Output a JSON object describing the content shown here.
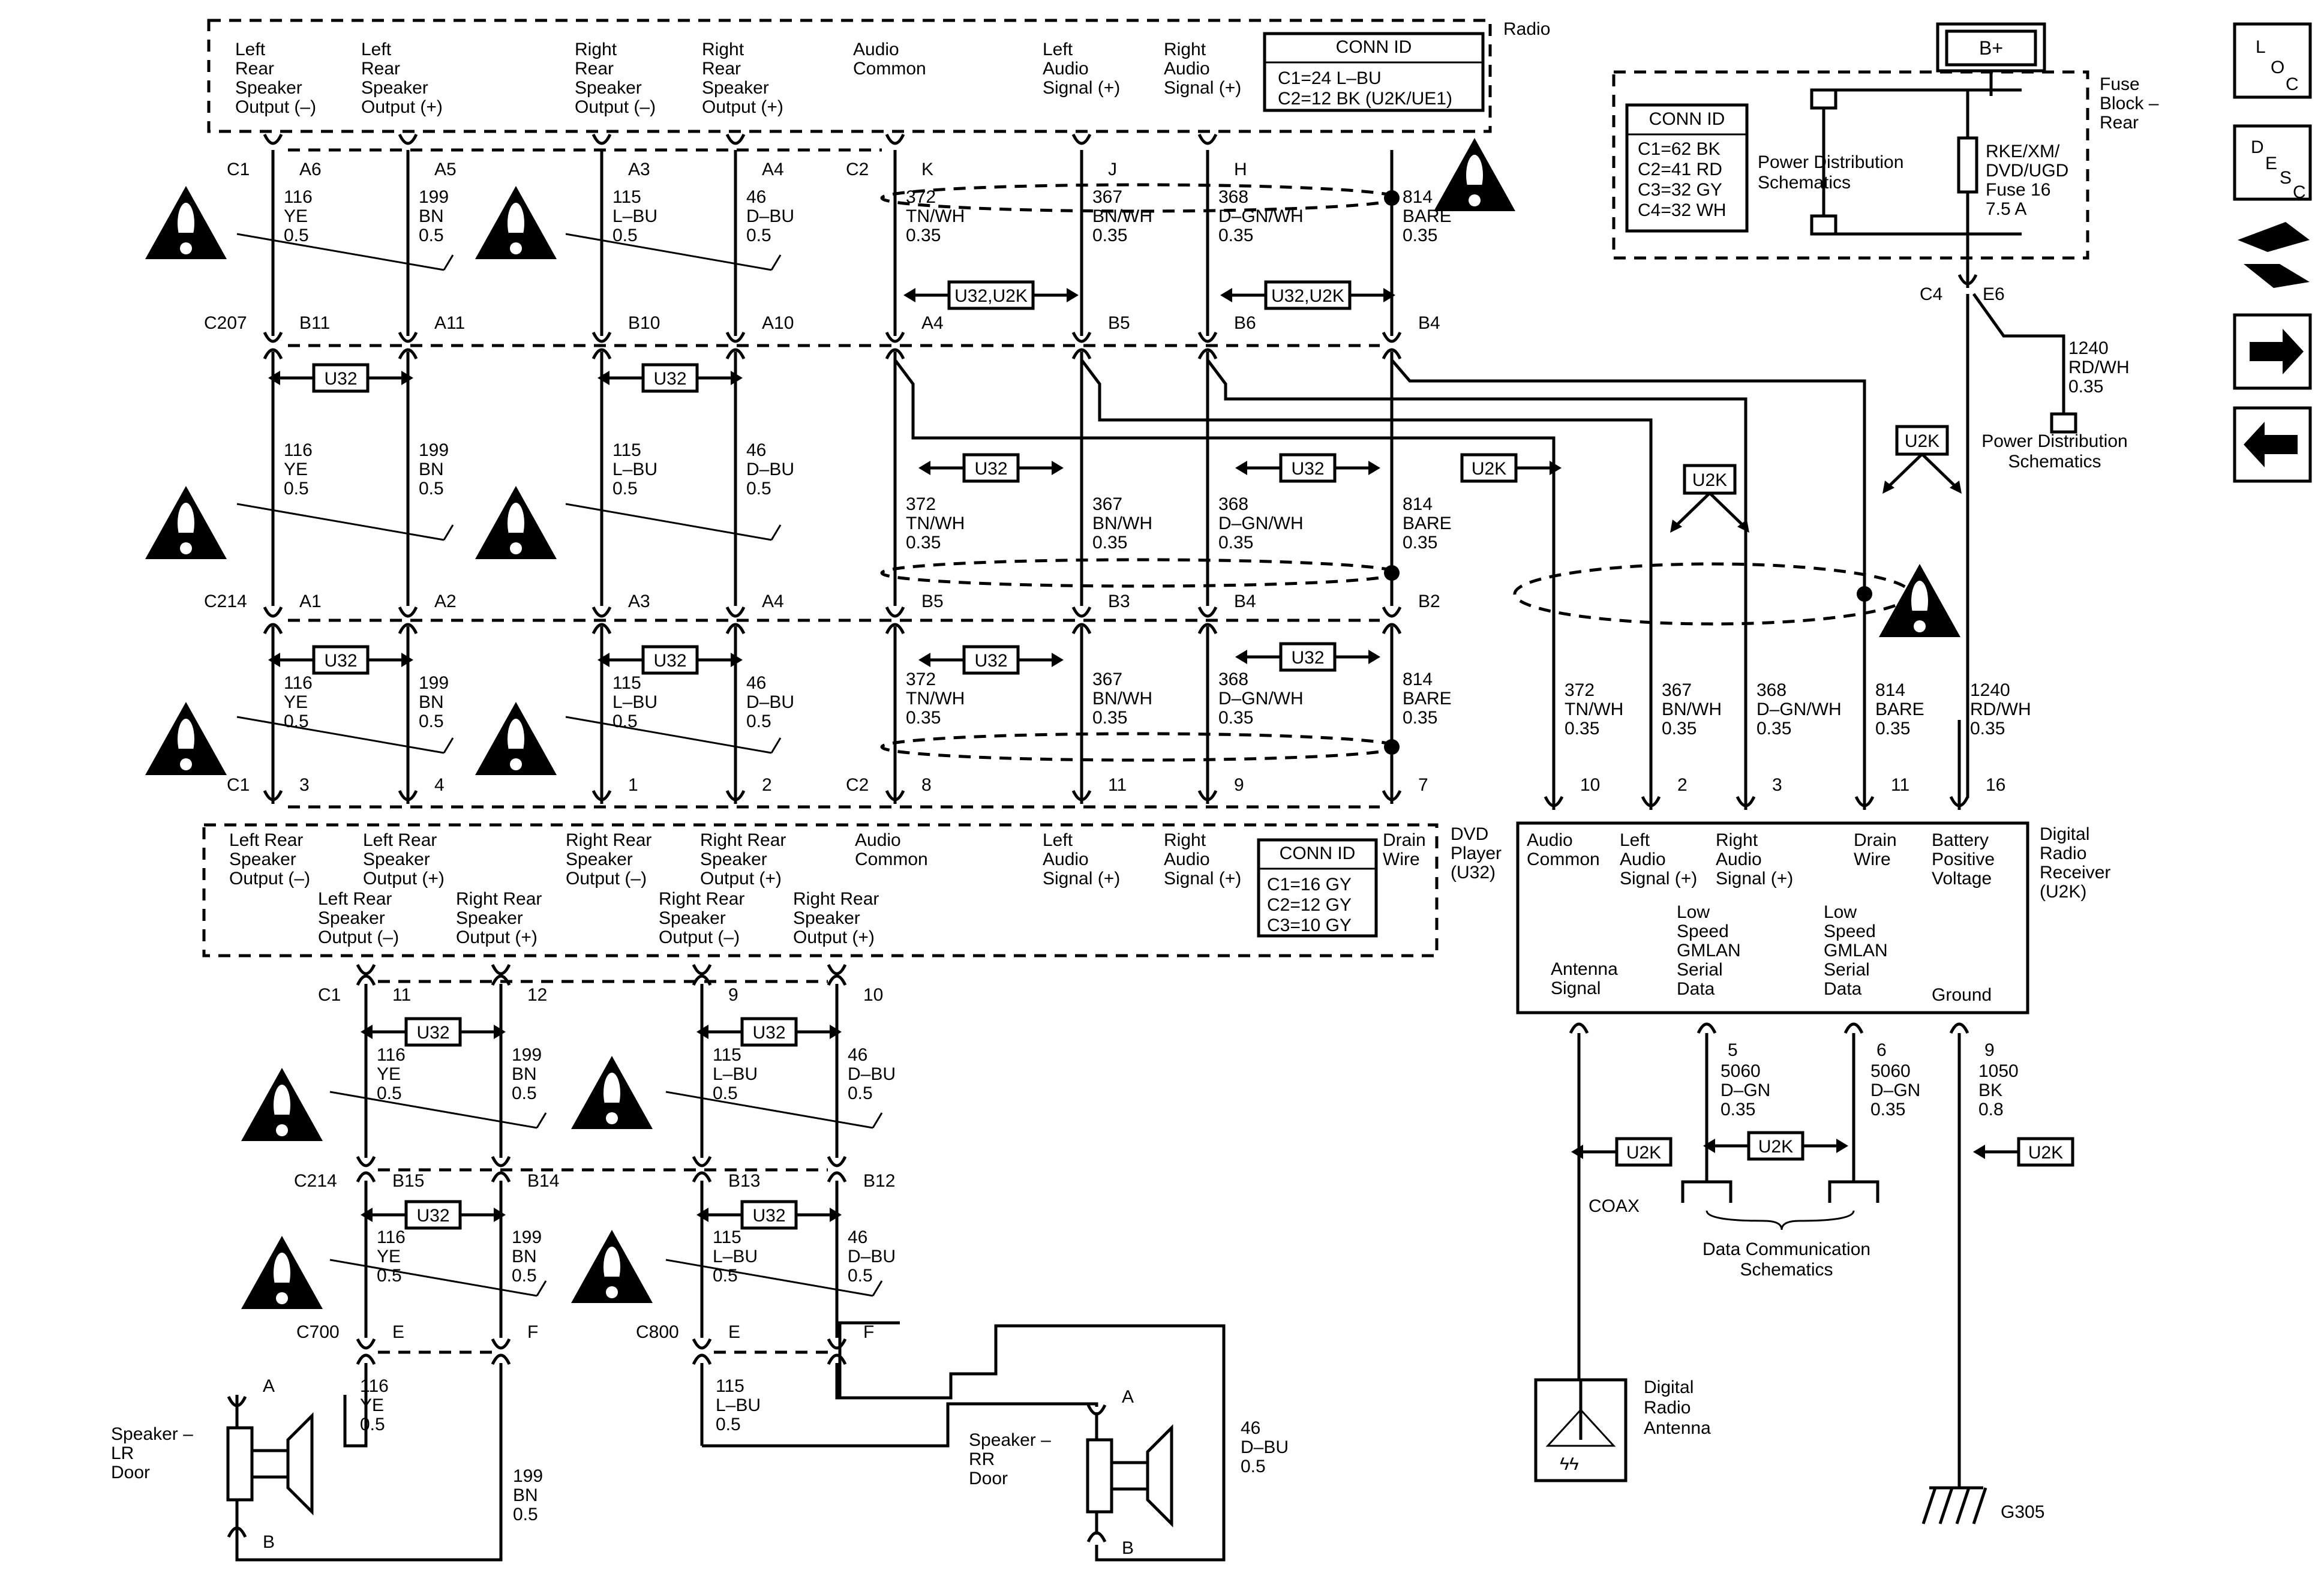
{
  "radio": {
    "name": "Radio",
    "pins": [
      {
        "lines": [
          "Left",
          "Rear",
          "Speaker",
          "Output (–)"
        ]
      },
      {
        "lines": [
          "Left",
          "Rear",
          "Speaker",
          "Output (+)"
        ]
      },
      {
        "lines": [
          "Right",
          "Rear",
          "Speaker",
          "Output (–)"
        ]
      },
      {
        "lines": [
          "Right",
          "Rear",
          "Speaker",
          "Output (+)"
        ]
      },
      {
        "lines": [
          "Audio",
          "Common"
        ]
      },
      {
        "lines": [
          "Left",
          "Audio",
          "Signal (+)"
        ]
      },
      {
        "lines": [
          "Right",
          "Audio",
          "Signal (+)"
        ]
      }
    ],
    "conn": {
      "title": "CONN ID",
      "lines": [
        "C1=24 L–BU",
        "C2=12 BK (U2K/UE1)"
      ]
    },
    "c1": "C1",
    "c2": "C2",
    "terminals": [
      "A6",
      "A5",
      "A3",
      "A4",
      "K",
      "J",
      "H"
    ]
  },
  "fuse_block": {
    "bplus": "B+",
    "name_lines": [
      "Fuse",
      "Block –",
      "Rear"
    ],
    "conn": {
      "title": "CONN ID",
      "lines": [
        "C1=62 BK",
        "C2=41 RD",
        "C3=32 GY",
        "C4=32 WH"
      ]
    },
    "pds_lines": [
      "Power Distribution",
      "Schematics"
    ],
    "fuse_lines": [
      "RKE/XM/",
      "DVD/UGD",
      "Fuse 16",
      "7.5 A"
    ],
    "c4": "C4",
    "e6": "E6",
    "wire": [
      "1240",
      "RD/WH",
      "0.35"
    ],
    "pds2_lines": [
      "Power Distribution",
      "Schematics"
    ]
  },
  "nav_icons": {
    "loc": [
      "L",
      "O",
      "C"
    ],
    "desc": [
      "D",
      "E",
      "S",
      "C"
    ]
  },
  "wires_top": [
    [
      "116",
      "YE",
      "0.5"
    ],
    [
      "199",
      "BN",
      "0.5"
    ],
    [
      "115",
      "L–BU",
      "0.5"
    ],
    [
      "46",
      "D–BU",
      "0.5"
    ],
    [
      "372",
      "TN/WH",
      "0.35"
    ],
    [
      "367",
      "BN/WH",
      "0.35"
    ],
    [
      "368",
      "D–GN/WH",
      "0.35"
    ],
    [
      "814",
      "BARE",
      "0.35"
    ]
  ],
  "c207": {
    "name": "C207",
    "terminals": [
      "B11",
      "A11",
      "B10",
      "A10",
      "A4",
      "B5",
      "B6",
      "B4"
    ]
  },
  "c214a": {
    "name": "C214",
    "terminals": [
      "A1",
      "A2",
      "A3",
      "A4",
      "B5",
      "B3",
      "B4",
      "B2"
    ]
  },
  "options": {
    "u32": "U32",
    "u32u2k": "U32,U2K",
    "u2k": "U2K"
  },
  "dvd": {
    "c1": "C1",
    "c2": "C2",
    "terminals": [
      "3",
      "4",
      "1",
      "2",
      "8",
      "11",
      "9",
      "7"
    ],
    "top_pins": [
      [
        "Left Rear",
        "Speaker",
        "Output (–)"
      ],
      [
        "Left Rear",
        "Speaker",
        "Output (+)"
      ],
      [
        "Right Rear",
        "Speaker",
        "Output (–)"
      ],
      [
        "Right Rear",
        "Speaker",
        "Output (+)"
      ],
      [
        "Audio",
        "Common"
      ],
      [
        "Left",
        "Audio",
        "Signal (+)"
      ],
      [
        "Right",
        "Audio",
        "Signal (+)"
      ],
      [
        "Drain",
        "Wire"
      ]
    ],
    "bottom_pins": [
      [
        "Left Rear",
        "Speaker",
        "Output (–)"
      ],
      [
        "Right Rear",
        "Speaker",
        "Output (+)"
      ],
      [
        "Right Rear",
        "Speaker",
        "Output (–)"
      ],
      [
        "Right Rear",
        "Speaker",
        "Output (+)"
      ]
    ],
    "name_lines": [
      "DVD",
      "Player",
      "(U32)"
    ],
    "conn": {
      "title": "CONN ID",
      "lines": [
        "C1=16 GY",
        "C2=12 GY",
        "C3=10 GY"
      ]
    },
    "bottom_c": "C1",
    "bottom_terminals": [
      "11",
      "12",
      "9",
      "10"
    ]
  },
  "receiver": {
    "name_lines": [
      "Digital",
      "Radio",
      "Receiver",
      "(U2K)"
    ],
    "top_pins": [
      [
        "Audio",
        "Common"
      ],
      [
        "Left",
        "Audio",
        "Signal (+)"
      ],
      [
        "Right",
        "Audio",
        "Signal (+)"
      ],
      [
        "Drain",
        "Wire"
      ],
      [
        "Battery",
        "Positive",
        "Voltage"
      ]
    ],
    "top_terminals": [
      "10",
      "2",
      "3",
      "11",
      "16"
    ],
    "top_wires": [
      [
        "372",
        "TN/WH",
        "0.35"
      ],
      [
        "367",
        "BN/WH",
        "0.35"
      ],
      [
        "368",
        "D–GN/WH",
        "0.35"
      ],
      [
        "814",
        "BARE",
        "0.35"
      ],
      [
        "1240",
        "RD/WH",
        "0.35"
      ]
    ],
    "bottom_pins": [
      [
        "Antenna",
        "Signal"
      ],
      [
        "Low",
        "Speed",
        "GMLAN",
        "Serial",
        "Data"
      ],
      [
        "Low",
        "Speed",
        "GMLAN",
        "Serial",
        "Data"
      ],
      [
        "Ground"
      ]
    ],
    "bottom_terminals": [
      "5",
      "6",
      "9"
    ],
    "bottom_wires": [
      [
        "5060",
        "D–GN",
        "0.35"
      ],
      [
        "5060",
        "D–GN",
        "0.35"
      ],
      [
        "1050",
        "BK",
        "0.8"
      ]
    ],
    "coax": "COAX",
    "dcs_lines": [
      "Data Communication",
      "Schematics"
    ],
    "antenna_lines": [
      "Digital",
      "Radio",
      "Antenna"
    ],
    "ground": "G305"
  },
  "rear_wires": [
    [
      "116",
      "YE",
      "0.5"
    ],
    [
      "199",
      "BN",
      "0.5"
    ],
    [
      "115",
      "L–BU",
      "0.5"
    ],
    [
      "46",
      "D–BU",
      "0.5"
    ]
  ],
  "c214b": {
    "name": "C214",
    "terminals": [
      "B15",
      "B14",
      "B13",
      "B12"
    ]
  },
  "c700": {
    "name": "C700",
    "terminals": [
      "E",
      "F"
    ]
  },
  "c800": {
    "name": "C800",
    "terminals": [
      "E",
      "F"
    ]
  },
  "speaker_lr": {
    "name_lines": [
      "Speaker –",
      "LR",
      "Door"
    ],
    "a": "A",
    "b": "B",
    "wire_a": [
      "116",
      "YE",
      "0.5"
    ],
    "wire_b": [
      "199",
      "BN",
      "0.5"
    ]
  },
  "speaker_rr": {
    "name_lines": [
      "Speaker –",
      "RR",
      "Door"
    ],
    "a": "A",
    "b": "B",
    "wire_a": [
      "115",
      "L–BU",
      "0.5"
    ],
    "wire_b": [
      "46",
      "D–BU",
      "0.5"
    ]
  }
}
